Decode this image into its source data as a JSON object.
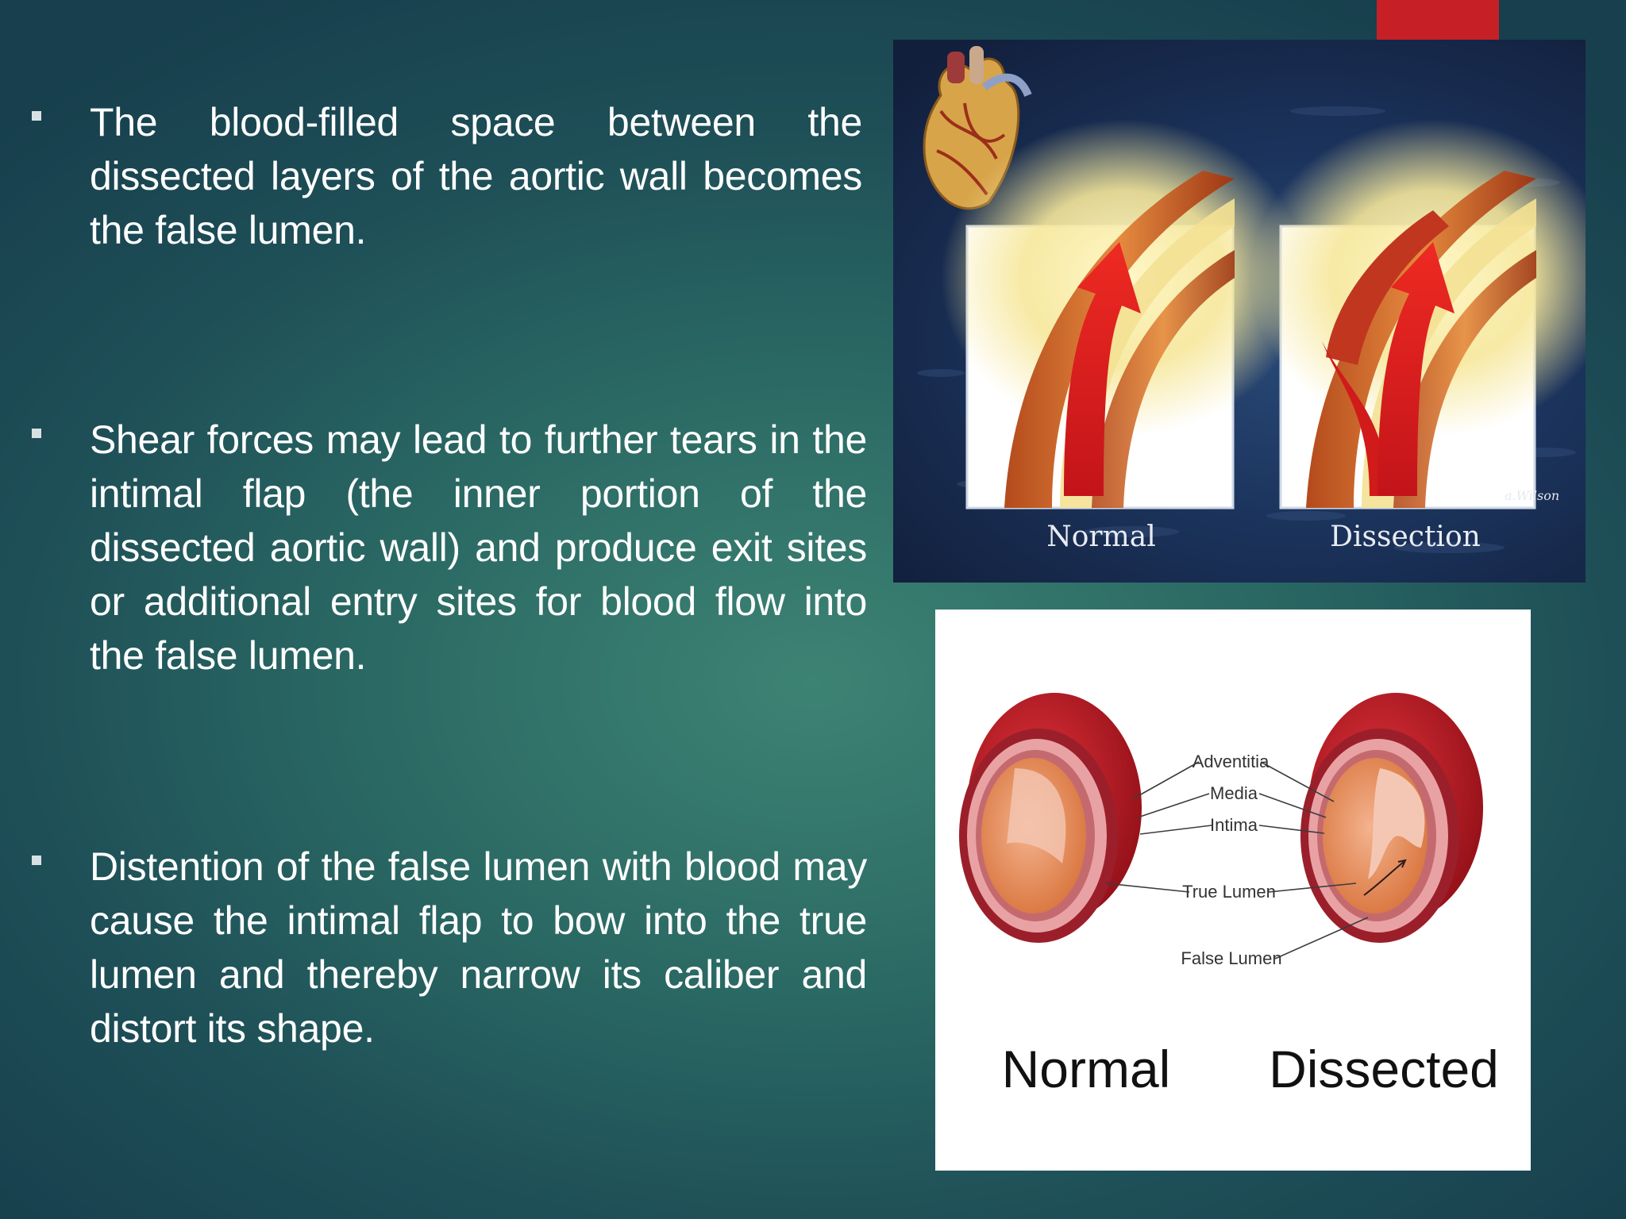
{
  "slide": {
    "bullets": [
      "The blood-filled space between the dissected layers of the aortic wall becomes the false lumen.",
      "Shear forces may lead to further tears in the intimal flap (the inner portion of the dissected aortic wall) and produce exit sites or additional entry sites for blood flow into the false lumen.",
      "Distention of the false lumen with blood may cause the intimal flap to bow into the true lumen and thereby narrow its caliber and distort its shape."
    ]
  },
  "figure_top": {
    "label_left": "Normal",
    "label_right": "Dissection",
    "signature": "a.Wilson"
  },
  "figure_bottom": {
    "labels": {
      "adventitia": "Adventitia",
      "media": "Media",
      "intima": "Intima",
      "true_lumen": "True Lumen",
      "false_lumen": "False Lumen"
    },
    "caption_left": "Normal",
    "caption_right": "Dissected"
  },
  "colors": {
    "accent": "#c62026",
    "text": "#ffffff"
  }
}
